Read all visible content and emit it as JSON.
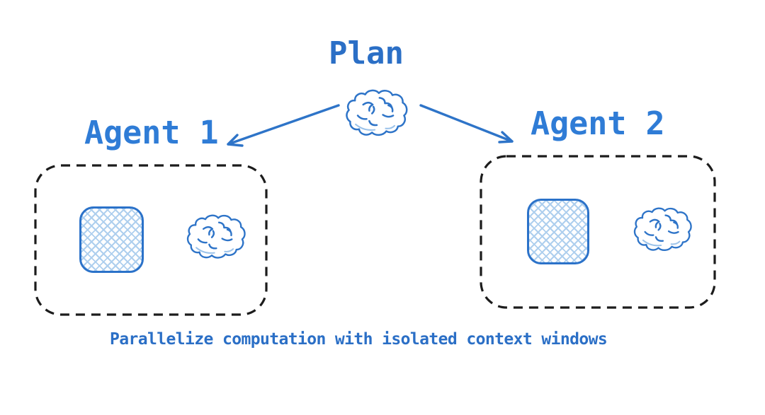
{
  "diagram": {
    "title": "Plan",
    "caption": "Parallelize computation with isolated context windows",
    "plan_icon": "brain-icon",
    "agents": [
      {
        "label": "Agent 1",
        "contents": [
          "crosshatch-context-window-square",
          "brain-icon"
        ]
      },
      {
        "label": "Agent 2",
        "contents": [
          "crosshatch-context-window-square",
          "brain-icon"
        ]
      }
    ],
    "arrows": [
      {
        "from": "plan-brain",
        "to": "agent-1"
      },
      {
        "from": "plan-brain",
        "to": "agent-2"
      }
    ],
    "colors": {
      "title_blue": "#2b6fc6",
      "agent_label_blue": "#2f7cd6",
      "caption_blue": "#2b6fc6",
      "sketch_stroke_blue": "#2e74c8",
      "sketch_light_blue": "#9cc3ea",
      "hatch_fill_blue": "#aecfee",
      "square_border_blue": "#2b72c9",
      "box_dash_black": "#1c1c1c",
      "background": "#ffffff"
    }
  }
}
